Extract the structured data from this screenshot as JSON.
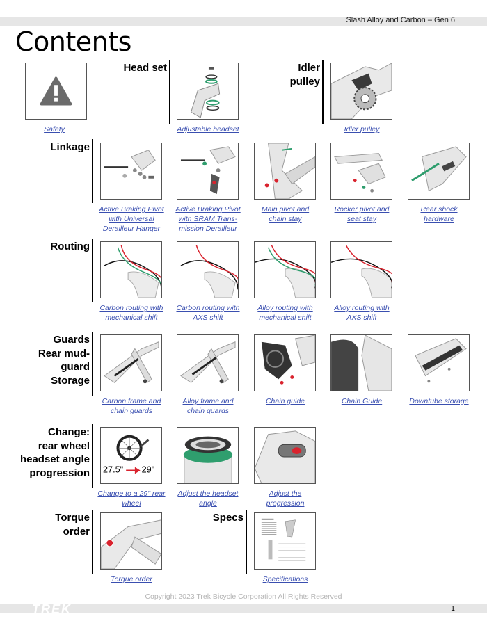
{
  "header": {
    "doc_title": "Slash Alloy and Carbon – Gen 6",
    "page_title": "Contents"
  },
  "sections": {
    "headset": [
      "Head set"
    ],
    "idler": [
      "Idler",
      "pulley"
    ],
    "linkage": [
      "Linkage"
    ],
    "routing": [
      "Routing"
    ],
    "guards": [
      "Guards",
      "Rear mud-",
      "guard",
      "Storage"
    ],
    "change": [
      "Change:",
      "rear wheel",
      "headset angle",
      "progression"
    ],
    "torque": [
      "Torque",
      "order"
    ],
    "specs": [
      "Specs"
    ]
  },
  "entries": {
    "safety": [
      "Safety"
    ],
    "adjustable_headset": [
      "Adjustable headset"
    ],
    "idler_pulley": [
      "Idler pulley"
    ],
    "abp_universal": [
      "Active Braking Pivot",
      "with Universal",
      "Derailleur Hanger"
    ],
    "abp_sram": [
      "Active Braking Pivot",
      "with SRAM Trans-",
      "mission Derailleur"
    ],
    "main_pivot": [
      "Main pivot and",
      "chain stay"
    ],
    "rocker_pivot": [
      "Rocker pivot and",
      "seat stay"
    ],
    "rear_shock": [
      "Rear shock",
      "hardware"
    ],
    "carbon_mech": [
      "Carbon routing with",
      "mechanical shift"
    ],
    "carbon_axs": [
      "Carbon routing with",
      "AXS shift"
    ],
    "alloy_mech": [
      "Alloy routing with",
      "mechanical shift"
    ],
    "alloy_axs": [
      "Alloy routing with",
      "AXS shift"
    ],
    "carbon_guards": [
      "Carbon frame and",
      "chain guards"
    ],
    "alloy_guards": [
      "Alloy frame and",
      "chain guards"
    ],
    "chain_guide_1": [
      "Chain guide"
    ],
    "chain_guide_2": [
      "Chain Guide"
    ],
    "downtube_storage": [
      "Downtube storage"
    ],
    "change_29": [
      "Change to a 29\" rear",
      "wheel"
    ],
    "headset_angle": [
      "Adjust the headset",
      "angle"
    ],
    "progression": [
      "Adjust the",
      "progression"
    ],
    "torque_order": [
      "Torque order"
    ],
    "specifications": [
      "Specifications"
    ]
  },
  "wheel_sizes": {
    "from": "27.5\"",
    "to": "29\""
  },
  "footer": {
    "copyright": "Copyright 2023 Trek Bicycle Corporation All Rights Reserved",
    "logo": "TREK",
    "page_number": "1"
  },
  "colors": {
    "link": "#3a4fb0",
    "accent_green": "#2f9e6e",
    "accent_red": "#d9232e",
    "bars": "#e6e6e6"
  }
}
